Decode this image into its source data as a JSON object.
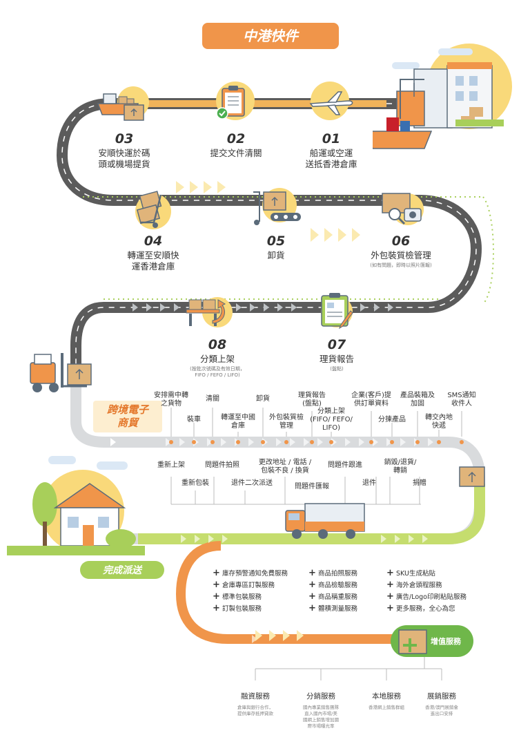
{
  "title": "中港快件",
  "steps": [
    {
      "num": "01",
      "label": "船運或空運\n送抵香港倉庫"
    },
    {
      "num": "02",
      "label": "提交文件清關"
    },
    {
      "num": "03",
      "label": "安順快運於碼\n頭或機場提貨"
    },
    {
      "num": "04",
      "label": "轉運至安順快\n運香港倉庫"
    },
    {
      "num": "05",
      "label": "卸貨"
    },
    {
      "num": "06",
      "label": "外包裝質檢管理",
      "note": "(如有問題，即時以照片匯報)"
    },
    {
      "num": "07",
      "label": "理貨報告",
      "note": "(盤點)"
    },
    {
      "num": "08",
      "label": "分類上架",
      "note": "(按批次號碼及有效日期，\nFIFO / FEFO / LIFO)"
    }
  ],
  "crossborder": {
    "banner": "跨境電子\n商貿",
    "top_labels": [
      "安排需中轉\n之貨物",
      "清關",
      "卸貨",
      "理貨報告\n(盤點)",
      "企業(客戶)提\n供訂單資料",
      "產品裝箱及\n加固",
      "SMS通知\n收件人"
    ],
    "mid_labels": [
      "裝車",
      "轉運至中國\n倉庫",
      "外包裝質檢\n管理",
      "分類上架\n(FIFO/ FEFO/\nLIFO)",
      "分揀產品",
      "轉交內地\n快遞"
    ],
    "return_top": [
      "重新上架",
      "問題件拍照",
      "更改地址 / 電話 /\n包裝不良 / 換貨",
      "問題件跟進",
      "銷毀/退貨/\n轉銷"
    ],
    "return_bottom": [
      "重新包裝",
      "退件二次派送",
      "問題件匯報",
      "退件",
      "捐贈"
    ]
  },
  "delivery_banner": "完成派送",
  "vas": {
    "col1": [
      "庫存預警通知免費服務",
      "倉庫專區訂製服務",
      "標準包裝服務",
      "訂製包裝服務"
    ],
    "col2": [
      "商品拍照服務",
      "商品檢驗服務",
      "商品稱重服務",
      "體積測量服務"
    ],
    "col3": [
      "SKU生成粘貼",
      "海外倉頭程服務",
      "廣告/Logo印刷粘貼服務",
      "更多服務，全心為您"
    ],
    "badge": "增值服務"
  },
  "services": [
    {
      "title": "融資服務",
      "desc": "倉庫與銀行合作，\n提供庫存抵押貸款"
    },
    {
      "title": "分銷服務",
      "desc": "國內專業銷售團隊\n直入國內市場/美\n國網上銷售增加國\n際市場曝光率"
    },
    {
      "title": "本地服務",
      "desc": "香港網上銷售群組"
    },
    {
      "title": "展銷服務",
      "desc": "香港/澳門展銷會\n進出口安排"
    }
  ],
  "colors": {
    "orange": "#f0954a",
    "road": "#5b5b5b",
    "green": "#b9d75a",
    "gray_road": "#d9dbdd",
    "yellow": "#f9d97a"
  }
}
